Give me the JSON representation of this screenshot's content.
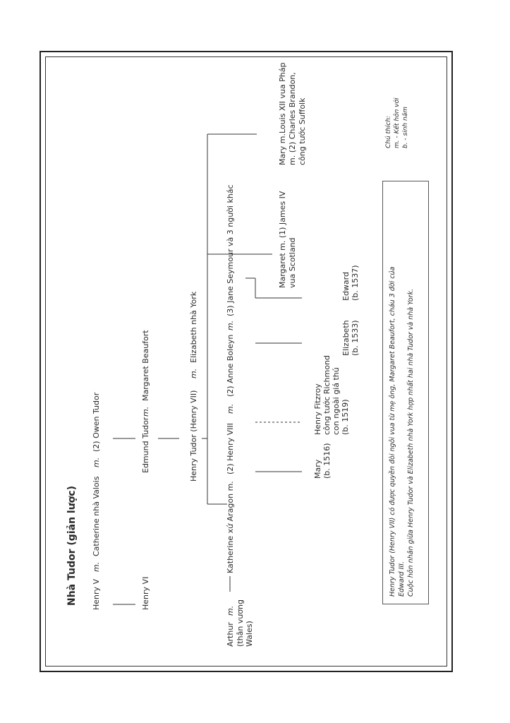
{
  "title": "Nhà Tudor (giản lược)",
  "gen1": {
    "henry_v": "Henry V",
    "m1": "m.",
    "catherine": "Catherine nhà Valois",
    "m2": "m.",
    "owen": "(2) Owen Tudor"
  },
  "gen2": {
    "henry_vi": "Henry VI",
    "edmund": "Edmund Tudor",
    "m": "m.",
    "margaret_beaufort": "Margaret Beaufort"
  },
  "gen3": {
    "henry_vii": "Henry Tudor (Henry VII)",
    "m": "m.",
    "elizabeth_york": "Elizabeth nhà York"
  },
  "gen4": {
    "arthur": "Arthur",
    "arthur_m": "m.",
    "arthur_title": "(thân vương\nWales)",
    "katherine": "Katherine xứ Aragon m.",
    "henry_viii": "(2) Henry VIII",
    "m_anne": "m.",
    "anne": "(2) Anne Boleyn",
    "m_jane": "m.",
    "jane": "(3)  Jane Seymour và 3 người khác",
    "margaret_line1": "Margaret m. (1) James IV",
    "margaret_line2": "vua Scotland",
    "mary_line1": "Mary m.Louis XII vua Pháp",
    "mary_line2": "m. (2) Charles Brandon,",
    "mary_line3": "công tước Suffolk"
  },
  "gen5": {
    "mary": "Mary\n(b. 1516)",
    "fitzroy": "Henry Fitzroy\ncông tước Richmond\ncon ngoài giá thú\n(b. 1519)",
    "elizabeth": "Elizabeth\n(b. 1533)",
    "edward": "Edward\n(b. 1537)"
  },
  "note": {
    "line1": "Henry Tudor (Henry VII) có được quyền đòi ngôi vua từ mẹ ông, Margaret Beaufort, cháu 3 đời của",
    "line2": "Edward III.",
    "line3": "Cuộc hôn nhân giữa Henry Tudor và Elizabeth nhà York hợp nhất hai nhà Tudor và nhà York."
  },
  "legend": {
    "heading": "Chú thích:",
    "m": "m. - Kết hôn với",
    "b": "b. - sinh năm"
  }
}
